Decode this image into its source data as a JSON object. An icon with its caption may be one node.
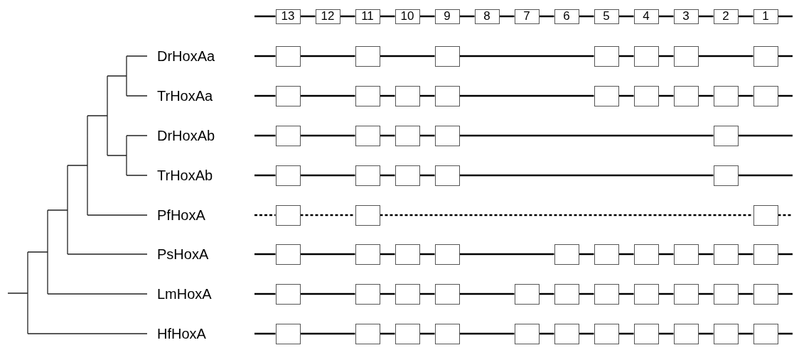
{
  "diagram": {
    "nodes": [
      {
        "text": [
          "13"
        ]
      },
      {
        "text": [
          "12"
        ]
      },
      {
        "text": [
          "11"
        ]
      },
      {
        "text": [
          "10"
        ]
      },
      {
        "text": [
          "9"
        ]
      },
      {
        "text": [
          "8"
        ]
      },
      {
        "text": [
          "7"
        ]
      },
      {
        "text": [
          "6"
        ]
      },
      {
        "text": [
          "5"
        ]
      },
      {
        "text": [
          "4"
        ]
      },
      {
        "text": [
          "3"
        ]
      },
      {
        "text": [
          "2"
        ]
      },
      {
        "text": [
          "1"
        ]
      },
      {
        "text": [
          "DrHoxAa"
        ]
      },
      {
        "text": [],
        "shape": "box"
      },
      {
        "text": [],
        "shape": "box"
      },
      {
        "text": [],
        "shape": "box"
      },
      {
        "text": [],
        "shape": "box"
      },
      {
        "text": [],
        "shape": "box"
      },
      {
        "text": [],
        "shape": "box"
      },
      {
        "text": [],
        "shape": "box"
      },
      {
        "text": [
          "TrHoxAa"
        ]
      },
      {
        "text": [],
        "shape": "box"
      },
      {
        "text": [],
        "shape": "box"
      },
      {
        "text": [],
        "shape": "box"
      },
      {
        "text": [],
        "shape": "box"
      },
      {
        "text": [],
        "shape": "box"
      },
      {
        "text": [],
        "shape": "box"
      },
      {
        "text": [],
        "shape": "box"
      },
      {
        "text": [],
        "shape": "box"
      },
      {
        "text": [],
        "shape": "box"
      },
      {
        "text": [
          "DrHoxAb"
        ]
      },
      {
        "text": [],
        "shape": "box"
      },
      {
        "text": [],
        "shape": "box"
      },
      {
        "text": [],
        "shape": "box"
      },
      {
        "text": [],
        "shape": "box"
      },
      {
        "text": [],
        "shape": "box"
      },
      {
        "text": [
          "TrHoxAb"
        ]
      },
      {
        "text": [],
        "shape": "box"
      },
      {
        "text": [],
        "shape": "box"
      },
      {
        "text": [],
        "shape": "box"
      },
      {
        "text": [],
        "shape": "box"
      },
      {
        "text": [],
        "shape": "box"
      },
      {
        "text": [
          "PfHoxA"
        ]
      },
      {
        "text": [],
        "shape": "box"
      },
      {
        "text": [],
        "shape": "box"
      },
      {
        "text": [],
        "shape": "box"
      },
      {
        "text": [
          "PsHoxA"
        ]
      },
      {
        "text": [],
        "shape": "box"
      },
      {
        "text": [],
        "shape": "box"
      },
      {
        "text": [],
        "shape": "box"
      },
      {
        "text": [],
        "shape": "box"
      },
      {
        "text": [],
        "shape": "box"
      },
      {
        "text": [],
        "shape": "box"
      },
      {
        "text": [],
        "shape": "box"
      },
      {
        "text": [],
        "shape": "box"
      },
      {
        "text": [],
        "shape": "box"
      },
      {
        "text": [],
        "shape": "box"
      },
      {
        "text": [
          "LmHoxA"
        ]
      },
      {
        "text": [],
        "shape": "box"
      },
      {
        "text": [],
        "shape": "box"
      },
      {
        "text": [],
        "shape": "box"
      },
      {
        "text": [],
        "shape": "box"
      },
      {
        "text": [],
        "shape": "box"
      },
      {
        "text": [],
        "shape": "box"
      },
      {
        "text": [],
        "shape": "box"
      },
      {
        "text": [],
        "shape": "box"
      },
      {
        "text": [],
        "shape": "box"
      },
      {
        "text": [],
        "shape": "box"
      },
      {
        "text": [],
        "shape": "box"
      },
      {
        "text": [
          "HfHoxA"
        ]
      },
      {
        "text": [],
        "shape": "box"
      },
      {
        "text": [],
        "shape": "box"
      },
      {
        "text": [],
        "shape": "box"
      },
      {
        "text": [],
        "shape": "box"
      },
      {
        "text": [],
        "shape": "box"
      },
      {
        "text": [],
        "shape": "box"
      },
      {
        "text": [],
        "shape": "box"
      },
      {
        "text": [],
        "shape": "box"
      },
      {
        "text": [],
        "shape": "box"
      },
      {
        "text": [],
        "shape": "box"
      },
      {
        "text": [],
        "shape": "box"
      }
    ],
    "edges": [
      {
        "from": null,
        "to": 0,
        "arrow": "none"
      },
      {
        "from": 0,
        "to": 1,
        "arrow": "none"
      },
      {
        "from": 1,
        "to": 2,
        "arrow": "none"
      },
      {
        "from": 2,
        "to": 3,
        "arrow": "none"
      },
      {
        "from": 3,
        "to": 4,
        "arrow": "none"
      },
      {
        "from": 4,
        "to": 5,
        "arrow": "none"
      },
      {
        "from": 5,
        "to": 6,
        "arrow": "none"
      },
      {
        "from": 6,
        "to": 7,
        "arrow": "none"
      },
      {
        "from": 7,
        "to": 8,
        "arrow": "none"
      },
      {
        "from": 8,
        "to": 9,
        "arrow": "none"
      },
      {
        "from": 9,
        "to": 10,
        "arrow": "none"
      },
      {
        "from": 10,
        "to": 11,
        "arrow": "none"
      },
      {
        "from": 11,
        "to": 12,
        "arrow": "none"
      },
      {
        "from": 12,
        "to": null,
        "arrow": "none"
      },
      {
        "from": null,
        "to": 14,
        "arrow": "none"
      },
      {
        "from": 14,
        "to": 15,
        "arrow": "none"
      },
      {
        "from": 15,
        "to": 16,
        "arrow": "none"
      },
      {
        "from": 16,
        "to": 17,
        "arrow": "none"
      },
      {
        "from": 17,
        "to": 18,
        "arrow": "none"
      },
      {
        "from": 18,
        "to": 19,
        "arrow": "none"
      },
      {
        "from": 19,
        "to": 20,
        "arrow": "none"
      },
      {
        "from": 20,
        "to": null,
        "arrow": "none"
      },
      {
        "from": null,
        "to": 22,
        "arrow": "none"
      },
      {
        "from": 22,
        "to": 23,
        "arrow": "none"
      },
      {
        "from": 23,
        "to": 24,
        "arrow": "none"
      },
      {
        "from": 24,
        "to": 25,
        "arrow": "none"
      },
      {
        "from": 25,
        "to": 26,
        "arrow": "none"
      },
      {
        "from": 26,
        "to": 27,
        "arrow": "none"
      },
      {
        "from": 27,
        "to": 28,
        "arrow": "none"
      },
      {
        "from": 28,
        "to": 29,
        "arrow": "none"
      },
      {
        "from": 29,
        "to": 30,
        "arrow": "none"
      },
      {
        "from": 30,
        "to": null,
        "arrow": "none"
      },
      {
        "from": null,
        "to": 32,
        "arrow": "none"
      },
      {
        "from": 32,
        "to": 33,
        "arrow": "none"
      },
      {
        "from": 33,
        "to": 34,
        "arrow": "none"
      },
      {
        "from": 34,
        "to": 35,
        "arrow": "none"
      },
      {
        "from": 35,
        "to": 36,
        "arrow": "none"
      },
      {
        "from": 36,
        "to": null,
        "arrow": "none"
      },
      {
        "from": null,
        "to": 38,
        "arrow": "none"
      },
      {
        "from": 38,
        "to": 39,
        "arrow": "none"
      },
      {
        "from": 39,
        "to": 40,
        "arrow": "none"
      },
      {
        "from": 40,
        "to": 41,
        "arrow": "none"
      },
      {
        "from": 41,
        "to": 42,
        "arrow": "none"
      },
      {
        "from": 42,
        "to": null,
        "arrow": "none"
      },
      {
        "from": null,
        "to": 44,
        "arrow": "none",
        "style": "dashed"
      },
      {
        "from": 44,
        "to": 45,
        "arrow": "none",
        "style": "dashed"
      },
      {
        "from": 45,
        "to": 46,
        "arrow": "none",
        "style": "dashed"
      },
      {
        "from": 46,
        "to": null,
        "arrow": "none",
        "style": "dashed"
      },
      {
        "from": null,
        "to": 48,
        "arrow": "none"
      },
      {
        "from": 48,
        "to": 49,
        "arrow": "none"
      },
      {
        "from": 49,
        "to": 50,
        "arrow": "none"
      },
      {
        "from": 50,
        "to": 51,
        "arrow": "none"
      },
      {
        "from": 51,
        "to": 52,
        "arrow": "none"
      },
      {
        "from": 52,
        "to": 53,
        "arrow": "none"
      },
      {
        "from": 53,
        "to": 54,
        "arrow": "none"
      },
      {
        "from": 54,
        "to": 55,
        "arrow": "none"
      },
      {
        "from": 55,
        "to": 56,
        "arrow": "none"
      },
      {
        "from": 56,
        "to": 57,
        "arrow": "none"
      },
      {
        "from": 57,
        "to": null,
        "arrow": "none"
      },
      {
        "from": null,
        "to": 59,
        "arrow": "none"
      },
      {
        "from": 59,
        "to": 60,
        "arrow": "none"
      },
      {
        "from": 60,
        "to": 61,
        "arrow": "none"
      },
      {
        "from": 61,
        "to": 62,
        "arrow": "none"
      },
      {
        "from": 62,
        "to": 63,
        "arrow": "none"
      },
      {
        "from": 63,
        "to": 64,
        "arrow": "none"
      },
      {
        "from": 64,
        "to": 65,
        "arrow": "none"
      },
      {
        "from": 65,
        "to": 66,
        "arrow": "none"
      },
      {
        "from": 66,
        "to": 67,
        "arrow": "none"
      },
      {
        "from": 67,
        "to": 68,
        "arrow": "none"
      },
      {
        "from": 68,
        "to": 69,
        "arrow": "none"
      },
      {
        "from": 69,
        "to": null,
        "arrow": "none"
      },
      {
        "from": null,
        "to": 71,
        "arrow": "none"
      },
      {
        "from": 71,
        "to": 72,
        "arrow": "none"
      },
      {
        "from": 72,
        "to": 73,
        "arrow": "none"
      },
      {
        "from": 73,
        "to": 74,
        "arrow": "none"
      },
      {
        "from": 74,
        "to": 75,
        "arrow": "none"
      },
      {
        "from": 75,
        "to": 76,
        "arrow": "none"
      },
      {
        "from": 76,
        "to": 77,
        "arrow": "none"
      },
      {
        "from": 77,
        "to": 78,
        "arrow": "none"
      },
      {
        "from": 78,
        "to": 79,
        "arrow": "none"
      },
      {
        "from": 79,
        "to": 80,
        "arrow": "none"
      },
      {
        "from": 80,
        "to": 81,
        "arrow": "none"
      },
      {
        "from": 81,
        "to": null,
        "arrow": "none"
      }
    ]
  }
}
